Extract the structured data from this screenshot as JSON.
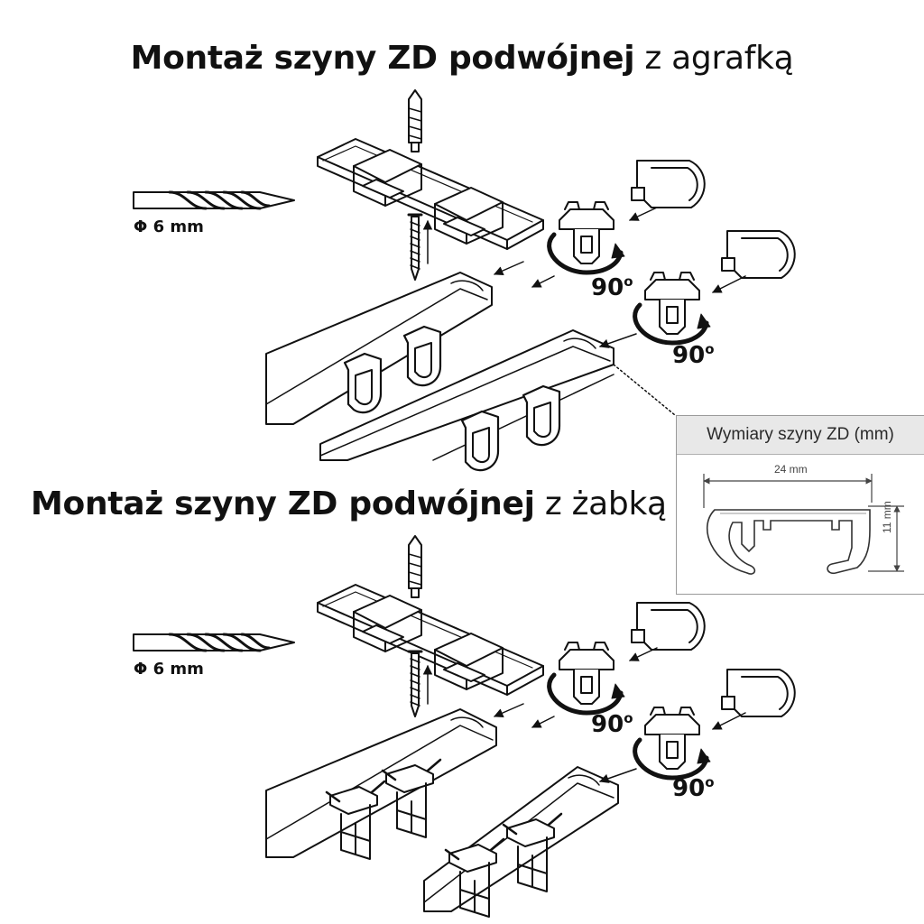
{
  "titles": {
    "top": {
      "bold": "Montaż szyny ZD podwójnej",
      "regular": "z agrafką"
    },
    "bottom": {
      "bold": "Montaż szyny ZD podwójnej",
      "regular": "z żabką"
    }
  },
  "drill_label": "Φ 6 mm",
  "rotation": {
    "value": "90",
    "unit": "o"
  },
  "dimensions": {
    "title": "Wymiary szyny ZD (mm)",
    "width": "24 mm",
    "height": "11 mm"
  },
  "colors": {
    "line": "#111111",
    "inset_header": "#e8e8e8",
    "inset_border": "#9a9a9a"
  }
}
